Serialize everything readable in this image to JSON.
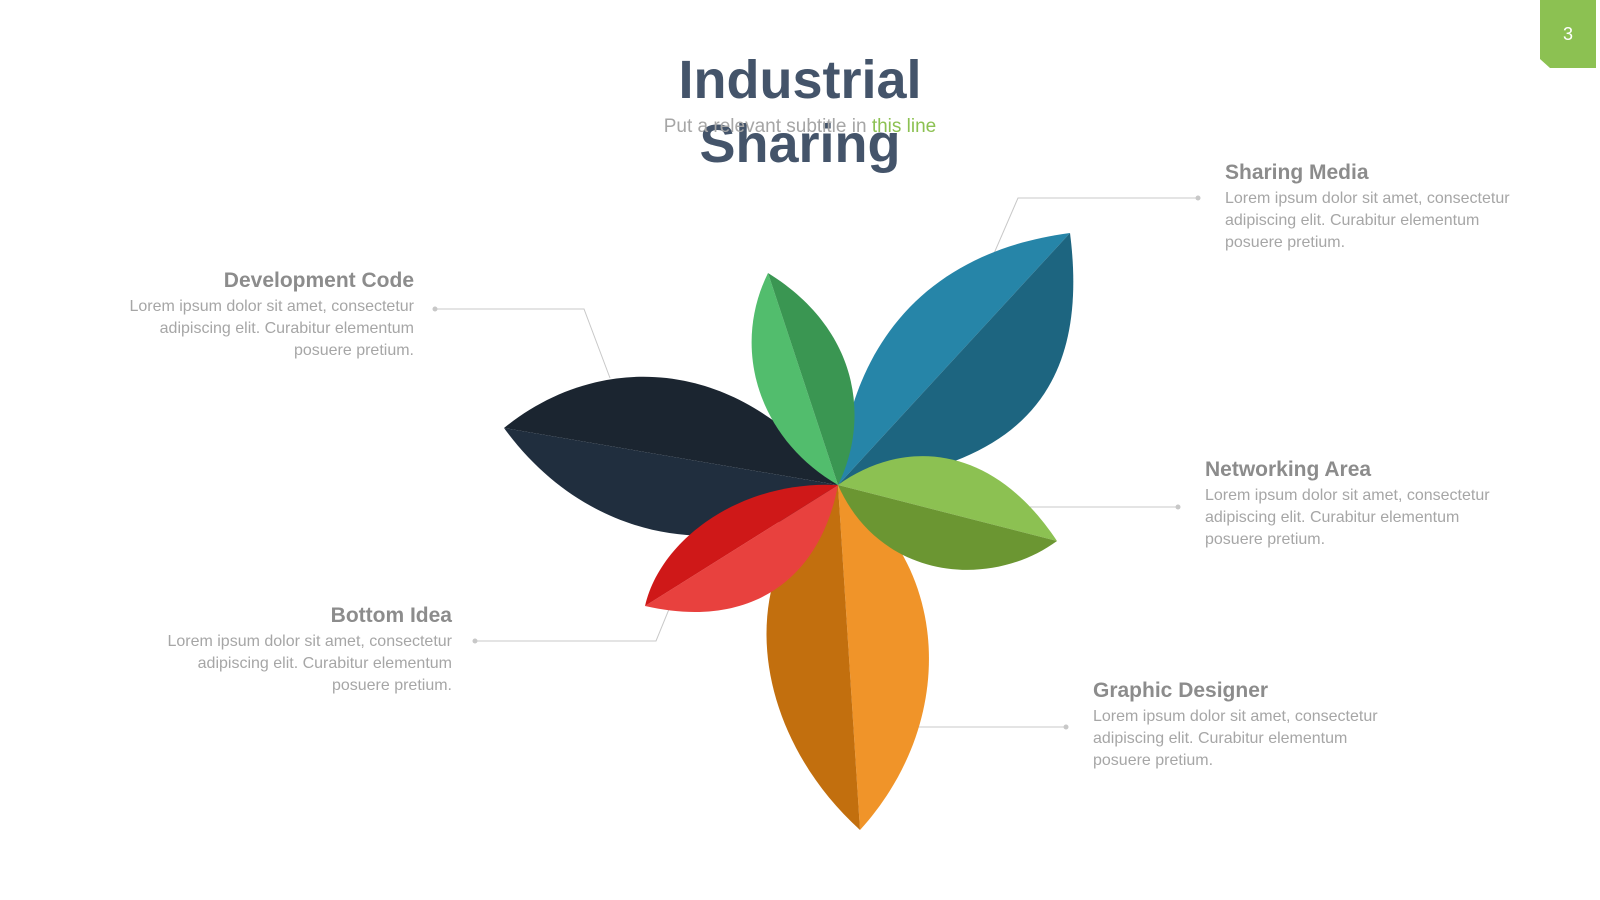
{
  "page_number": "3",
  "title": "Industrial Sharing",
  "subtitle": {
    "prefix": "Put a relevant subtitle in ",
    "highlight": "this line"
  },
  "colors": {
    "accent_green": "#8cc152",
    "title": "#44546a",
    "dark_petal": "#1b2530",
    "blue_petal": "#2685a8",
    "green_petal": "#52bd6d",
    "lime_petal": "#8cc152",
    "orange_petal": "#f09429",
    "red_petal": "#e8413e"
  },
  "callouts": {
    "development_code": {
      "heading": "Development Code",
      "text": "Lorem ipsum dolor sit amet, consectetur adipiscing elit. Curabitur elementum posuere pretium."
    },
    "sharing_media": {
      "heading": "Sharing Media",
      "text": "Lorem ipsum dolor sit amet, consectetur adipiscing elit. Curabitur elementum posuere pretium."
    },
    "networking_area": {
      "heading": "Networking Area",
      "text": "Lorem ipsum dolor sit amet, consectetur adipiscing elit. Curabitur elementum posuere pretium."
    },
    "bottom_idea": {
      "heading": "Bottom Idea",
      "text": "Lorem ipsum dolor sit amet, consectetur adipiscing elit. Curabitur elementum posuere pretium."
    },
    "graphic_designer": {
      "heading": "Graphic Designer",
      "text": "Lorem ipsum dolor sit amet, consectetur adipiscing elit. Curabitur elementum posuere pretium."
    }
  }
}
